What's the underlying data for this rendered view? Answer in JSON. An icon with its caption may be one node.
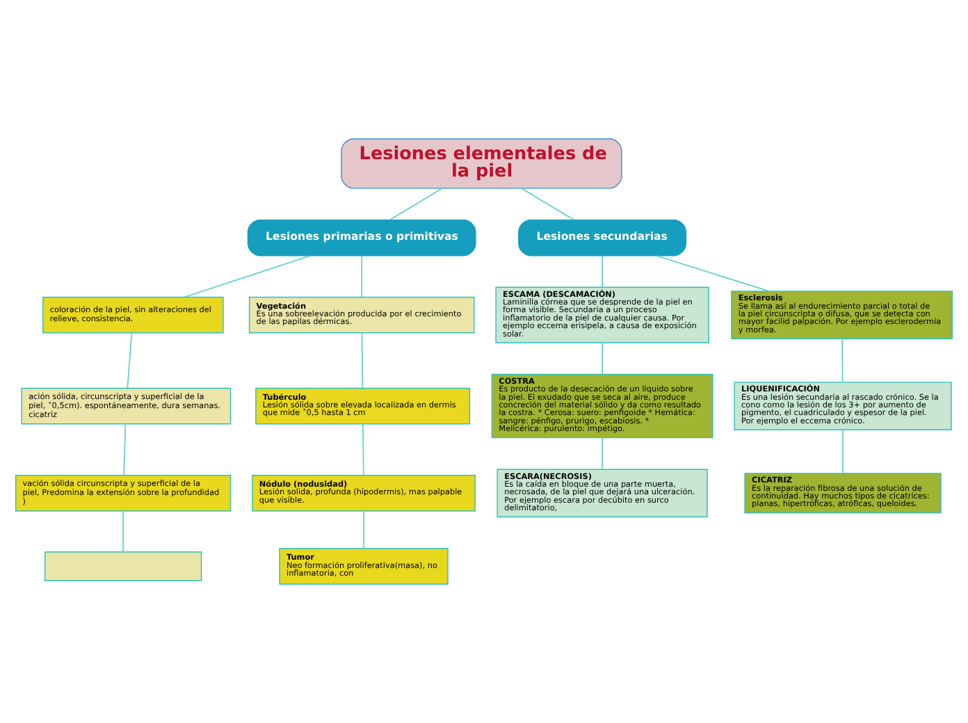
{
  "diagram": {
    "nodes": [
      {
        "text": [
          "Lesiones elementales de la piel"
        ]
      },
      {
        "text": [
          "Lesiones primarias o primitivas"
        ]
      },
      {
        "text": [
          "coloración de la piel, sin alteraciones del relieve, consistencia."
        ]
      },
      {
        "text": [
          "ación sólida, circunscripta y superficial de la piel, ˂0,5cm). espontáneamente, dura semanas. cicatriz"
        ]
      },
      {
        "text": [
          "vación sólida circunscripta y superficial de la piel, Predomina la extensión sobre la profundidad )"
        ]
      },
      {
        "text": [],
        "shape": "box"
      },
      {
        "text": [
          "Vegetación",
          "Es una sobreelevación producida por el crecimiento de las papilas dérmicas."
        ]
      },
      {
        "text": [
          "Tubérculo",
          "Lesión sólida sobre elevada localizada en dermis que mide ˃0,5 hasta 1 cm"
        ]
      },
      {
        "text": [
          "Nódulo (nodusidad)",
          "Lesión solida, profunda (hipodermis), mas palpable que visible."
        ]
      },
      {
        "text": [
          "Tumor",
          "Neo formación proliferativa(masa), no inflamatoria, con"
        ]
      },
      {
        "text": [
          "Lesiones secundarias"
        ]
      },
      {
        "text": [
          "ESCAMA (DESCAMACIÓN)",
          "Laminilla córnea que se desprende de la piel en forma visible. Secundaria a un proceso inflamatorio de la piel de cualquier causa. Por ejemplo eccema erisipela, a causa de exposición solar."
        ]
      },
      {
        "text": [
          "COSTRA",
          "Es producto de la desecación de un liquido sobre la piel. El exudado que se seca al aire, produce concreción del material sólido y da como resultado la costra. * Cerosa: suero: penfigoide * Hemática: sangre: pénfigo, prurigo, escabiosis. * Melicérica: purulento: impétigo."
        ]
      },
      {
        "text": [
          "ESCARA(NECROSIS)",
          "Es la caída en bloque de una parte muerta, necrosada, de la piel que dejará una ulceración. Por ejemplo escara por decúbito en surco delimitatorio,"
        ]
      },
      {
        "text": [
          "Esclerosis",
          "Se llama así al endurecimiento parcial o total de la piel circunscripta o difusa, que se detecta con mayor facilid palpación. Por ejemplo esclerodermia y morfea."
        ]
      },
      {
        "text": [
          "LIQUENIFICACIÓN",
          "Es una lesión secundaria al rascado crónico. Se la cono como la lesión de los 3+ por aumento de pigmento, el cuadriculado y espesor de la piel. Por ejemplo el eccema crónico."
        ]
      },
      {
        "text": [
          "CICATRIZ",
          "Es la reparación fibrosa de una solución de continuidad. Hay muchos tipos de cicatrices: planas, hipertróficas, atróficas, queloides."
        ]
      }
    ],
    "edges": [
      {
        "from": 0,
        "to": 1,
        "arrow": "none"
      },
      {
        "from": 0,
        "to": 10,
        "arrow": "none"
      },
      {
        "from": 1,
        "to": 2,
        "arrow": "none"
      },
      {
        "from": 1,
        "to": 6,
        "arrow": "none"
      },
      {
        "from": 2,
        "to": 3,
        "arrow": "none"
      },
      {
        "from": 3,
        "to": 4,
        "arrow": "none"
      },
      {
        "from": 4,
        "to": 5,
        "arrow": "none"
      },
      {
        "from": 6,
        "to": 7,
        "arrow": "none"
      },
      {
        "from": 7,
        "to": 8,
        "arrow": "none"
      },
      {
        "from": 8,
        "to": 9,
        "arrow": "none"
      },
      {
        "from": 10,
        "to": 11,
        "arrow": "none"
      },
      {
        "from": 10,
        "to": 14,
        "arrow": "none"
      },
      {
        "from": 11,
        "to": 12,
        "arrow": "none"
      },
      {
        "from": 12,
        "to": 13,
        "arrow": "none"
      },
      {
        "from": 14,
        "to": 15,
        "arrow": "none"
      },
      {
        "from": 15,
        "to": 16,
        "arrow": "none"
      }
    ]
  }
}
